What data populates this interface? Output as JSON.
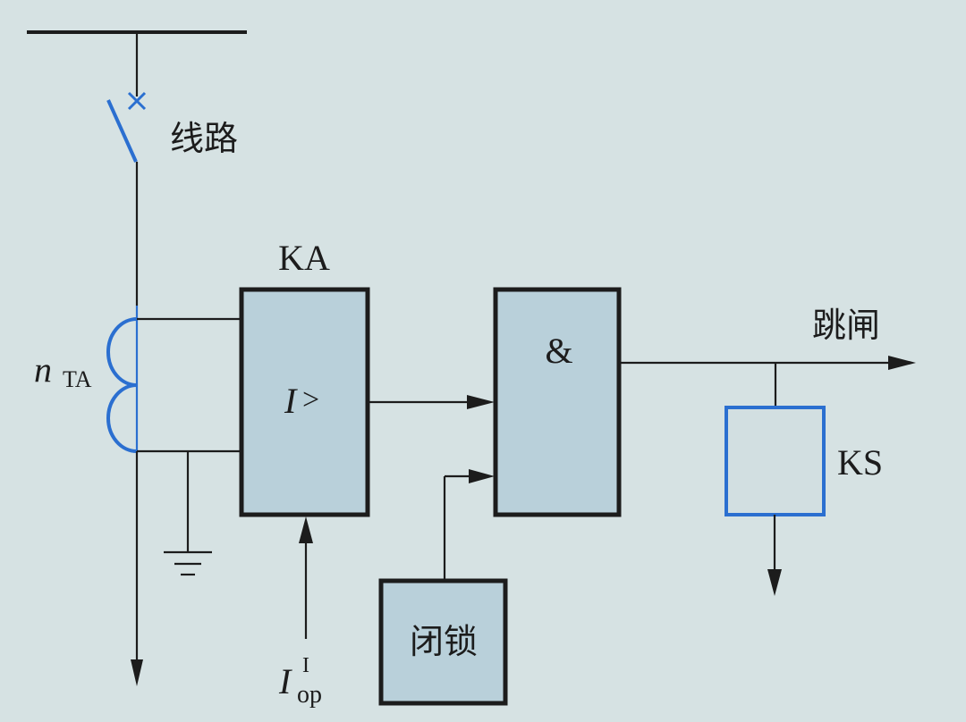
{
  "diagram": {
    "title": "Instantaneous overcurrent protection logic",
    "colors": {
      "background": "#d6e2e3",
      "block_fill": "#b9d0da",
      "line": "#1c1c1c",
      "highlight": "#2b6fd0"
    },
    "labels": {
      "line": "线路",
      "ct_n": "n",
      "ct_sub": "TA",
      "relay_name": "KA",
      "relay_symbol_i": "I",
      "relay_symbol_gt": ">",
      "and_gate": "&",
      "trip": "跳闸",
      "blocking": "闭锁",
      "signal_relay": "KS",
      "setting_i": "I",
      "setting_sup": "I",
      "setting_sub": "op"
    },
    "nodes": [
      {
        "id": "busbar",
        "type": "busbar"
      },
      {
        "id": "breaker",
        "type": "circuit-breaker",
        "label": "线路"
      },
      {
        "id": "ct",
        "type": "current-transformer",
        "label": "nTA"
      },
      {
        "id": "ground",
        "type": "ground"
      },
      {
        "id": "KA",
        "type": "overcurrent-relay",
        "label": "KA",
        "function": "I>"
      },
      {
        "id": "AND",
        "type": "and-gate",
        "label": "&"
      },
      {
        "id": "block",
        "type": "blocking-element",
        "label": "闭锁"
      },
      {
        "id": "KS",
        "type": "signal-relay",
        "label": "KS"
      }
    ],
    "edges": [
      {
        "from": "busbar",
        "to": "breaker"
      },
      {
        "from": "breaker",
        "to": "ct"
      },
      {
        "from": "ct",
        "to": "KA"
      },
      {
        "from": "ct",
        "to": "ground"
      },
      {
        "from": "setting",
        "to": "KA",
        "label": "Iop I"
      },
      {
        "from": "KA",
        "to": "AND"
      },
      {
        "from": "block",
        "to": "AND"
      },
      {
        "from": "AND",
        "to": "trip",
        "label": "跳闸"
      },
      {
        "from": "AND",
        "to": "KS"
      }
    ]
  }
}
